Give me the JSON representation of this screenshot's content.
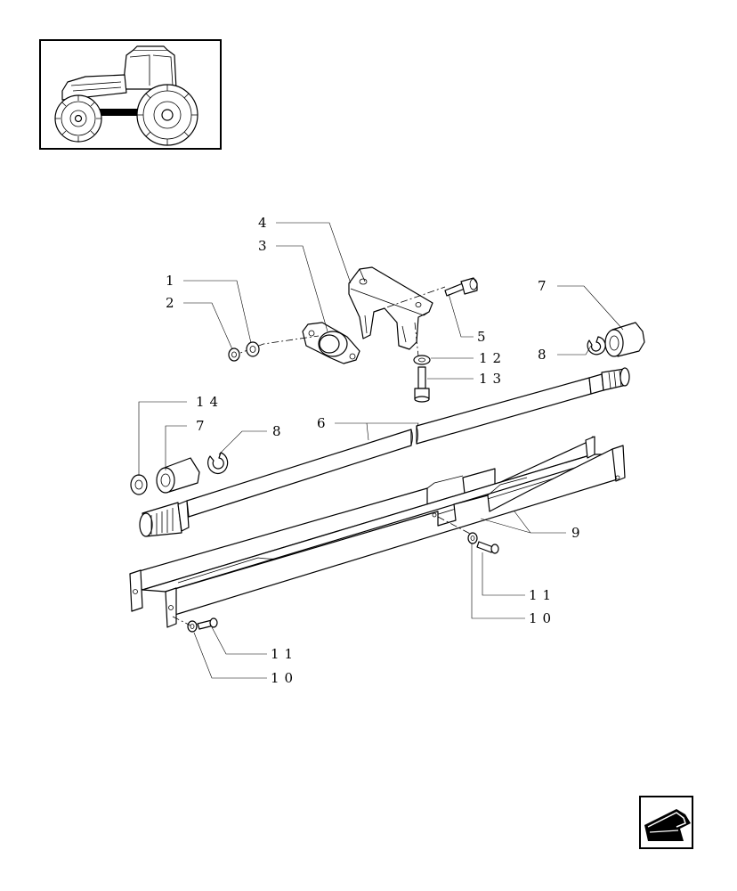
{
  "diagram": {
    "callouts": [
      {
        "id": "c4",
        "label": "4"
      },
      {
        "id": "c3",
        "label": "3"
      },
      {
        "id": "c1",
        "label": "1"
      },
      {
        "id": "c2",
        "label": "2"
      },
      {
        "id": "c5",
        "label": "5"
      },
      {
        "id": "c7a",
        "label": "7"
      },
      {
        "id": "c8a",
        "label": "8"
      },
      {
        "id": "c12",
        "label": "12"
      },
      {
        "id": "c13",
        "label": "13"
      },
      {
        "id": "c14",
        "label": "14"
      },
      {
        "id": "c7b",
        "label": "7"
      },
      {
        "id": "c8b",
        "label": "8"
      },
      {
        "id": "c6",
        "label": "6"
      },
      {
        "id": "c9",
        "label": "9"
      },
      {
        "id": "c11a",
        "label": "11"
      },
      {
        "id": "c10a",
        "label": "10"
      },
      {
        "id": "c11b",
        "label": "11"
      },
      {
        "id": "c10b",
        "label": "10"
      }
    ]
  },
  "icons": {
    "thumbnail": "tractor-thumbnail-icon",
    "navigation": "back-arrow-icon"
  }
}
